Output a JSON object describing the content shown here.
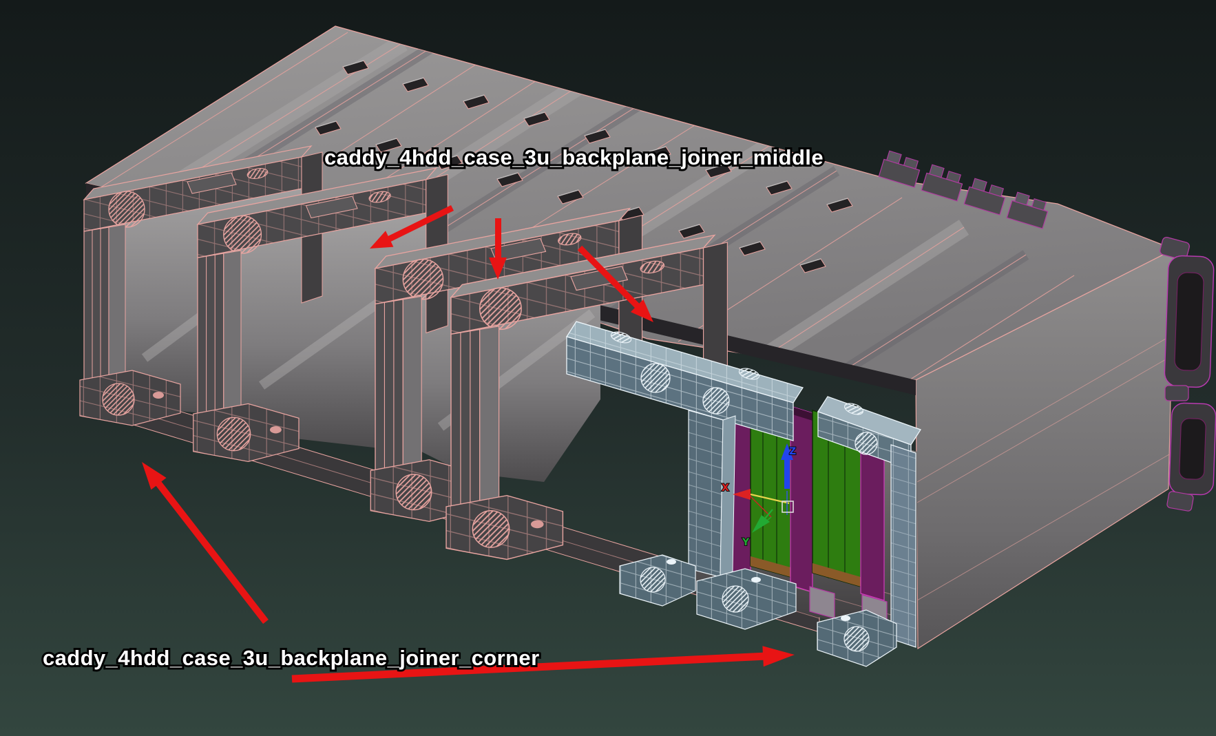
{
  "viewport": {
    "type": "3d-perspective-viewport",
    "background_top": "#141a1a",
    "background_bottom": "#33463f"
  },
  "labels": {
    "joiner_middle": "caddy_4hdd_case_3u_backplane_joiner_middle",
    "joiner_corner": "caddy_4hdd_case_3u_backplane_joiner_corner"
  },
  "gizmo": {
    "x_label": "X",
    "y_label": "Y",
    "z_label": "Z"
  },
  "colors": {
    "wireframe_unselected": "#e8a4a0",
    "wireframe_selected": "#ecf4f9",
    "selection_fill": "#5c7280",
    "annotation_arrow": "#e81414",
    "label_text": "#ffffff",
    "pcb_green": "#2e7d10",
    "connector_magenta": "#b23aa2",
    "gizmo_x_axis": "#dd2222",
    "gizmo_y_axis": "#22aa33",
    "gizmo_z_axis": "#2244ee",
    "gizmo_active_axis": "#e8d44d"
  }
}
